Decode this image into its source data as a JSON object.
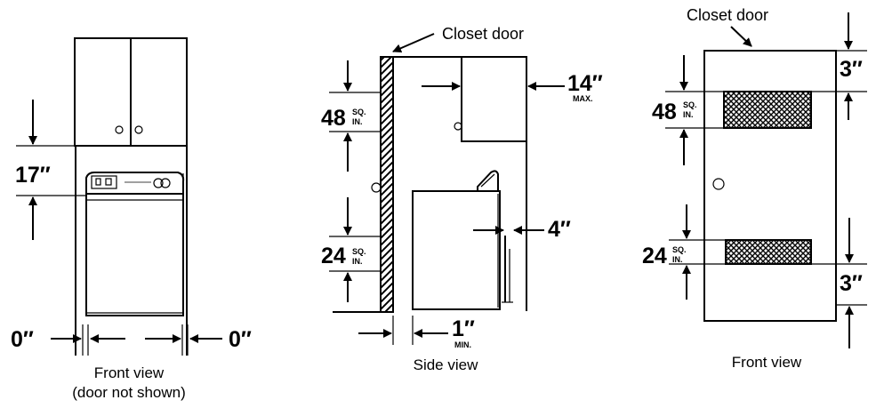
{
  "front_view_left": {
    "dim_top": "17″",
    "dim_left": "0″",
    "dim_right": "0″",
    "caption_line1": "Front view",
    "caption_line2": "(door not shown)"
  },
  "side_view": {
    "callout": "Closet door",
    "vent_top_value": "48",
    "vent_top_unit_1": "SQ.",
    "vent_top_unit_2": "IN.",
    "vent_bottom_value": "24",
    "vent_bottom_unit_1": "SQ.",
    "vent_bottom_unit_2": "IN.",
    "dim_cabinet": "14″",
    "dim_cabinet_note": "MAX.",
    "dim_back": "4″",
    "dim_door_gap": "1″",
    "dim_door_gap_note": "MIN.",
    "caption": "Side view"
  },
  "door_view": {
    "callout": "Closet door",
    "vent_top_value": "48",
    "vent_top_unit_1": "SQ.",
    "vent_top_unit_2": "IN.",
    "vent_bottom_value": "24",
    "vent_bottom_unit_1": "SQ.",
    "vent_bottom_unit_2": "IN.",
    "dim_top": "3″",
    "dim_bottom": "3″",
    "caption": "Front view"
  },
  "colors": {
    "ink": "#000000",
    "paper": "#ffffff"
  }
}
